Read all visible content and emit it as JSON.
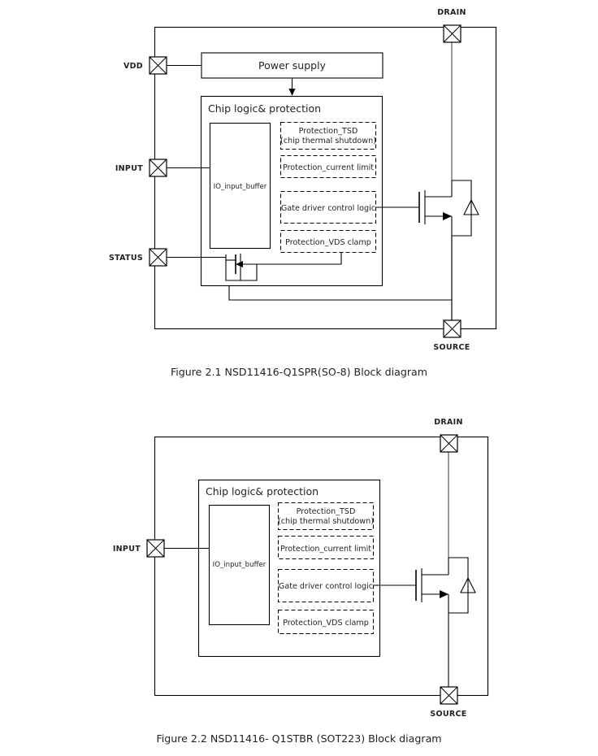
{
  "document": {
    "type": "datasheet-block-diagrams",
    "part_number": "NSD11416-Q1",
    "background_color": "#ffffff",
    "ink_color": "#231f20",
    "rail_gray": "#9b9b9b"
  },
  "figures": [
    {
      "id": "figure-2-1",
      "caption": "Figure 2.1 NSD11416-Q1SPR(SO-8) Block diagram",
      "package": "SO-8",
      "variant": "NSD11416-Q1SPR",
      "pins": [
        {
          "name": "VDD",
          "side": "left",
          "symbol": "crossed-square-pad"
        },
        {
          "name": "INPUT",
          "side": "left",
          "symbol": "crossed-square-pad"
        },
        {
          "name": "STATUS",
          "side": "left",
          "symbol": "crossed-square-pad"
        },
        {
          "name": "DRAIN",
          "side": "top",
          "symbol": "crossed-square-pad"
        },
        {
          "name": "SOURCE",
          "side": "bottom",
          "symbol": "crossed-square-pad"
        }
      ],
      "blocks": [
        {
          "id": "power-supply",
          "label": "Power supply",
          "border": "solid"
        },
        {
          "id": "chip-logic",
          "label": "Chip logic& protection",
          "border": "solid"
        },
        {
          "id": "io-buffer",
          "label": "IO_input_buffer",
          "border": "solid"
        }
      ],
      "protection_blocks": [
        {
          "id": "protection-tsd",
          "line1": "Protection_TSD",
          "line2": "(chip thermal shutdown)",
          "border": "dashed"
        },
        {
          "id": "protection-ilim",
          "line1": "Protection_current limit",
          "line2": "",
          "border": "dashed"
        },
        {
          "id": "gate-driver",
          "line1": "Gate driver control logic",
          "line2": "",
          "border": "dashed"
        },
        {
          "id": "protection-vds",
          "line1": "Protection_VDS clamp",
          "line2": "",
          "border": "dashed"
        }
      ],
      "devices": [
        {
          "id": "power-mosfet",
          "type": "n-channel-mosfet-with-body-diode"
        },
        {
          "id": "status-mosfet",
          "type": "open-drain-output-transistor"
        }
      ]
    },
    {
      "id": "figure-2-2",
      "caption": "Figure 2.2 NSD11416- Q1STBR (SOT223) Block diagram",
      "package": "SOT223",
      "variant": "NSD11416-Q1STBR",
      "pins": [
        {
          "name": "INPUT",
          "side": "left",
          "symbol": "crossed-square-pad"
        },
        {
          "name": "DRAIN",
          "side": "top",
          "symbol": "crossed-square-pad"
        },
        {
          "name": "SOURCE",
          "side": "bottom",
          "symbol": "crossed-square-pad"
        }
      ],
      "blocks": [
        {
          "id": "chip-logic",
          "label": "Chip logic& protection",
          "border": "solid"
        },
        {
          "id": "io-buffer",
          "label": "IO_input_buffer",
          "border": "solid"
        }
      ],
      "protection_blocks": [
        {
          "id": "protection-tsd",
          "line1": "Protection_TSD",
          "line2": "(chip thermal shutdown)",
          "border": "dashed"
        },
        {
          "id": "protection-ilim",
          "line1": "Protection_current limit",
          "line2": "",
          "border": "dashed"
        },
        {
          "id": "gate-driver",
          "line1": "Gate driver control logic",
          "line2": "",
          "border": "dashed"
        },
        {
          "id": "protection-vds",
          "line1": "Protection_VDS clamp",
          "line2": "",
          "border": "dashed"
        }
      ],
      "devices": [
        {
          "id": "power-mosfet",
          "type": "n-channel-mosfet-with-body-diode"
        }
      ]
    }
  ]
}
